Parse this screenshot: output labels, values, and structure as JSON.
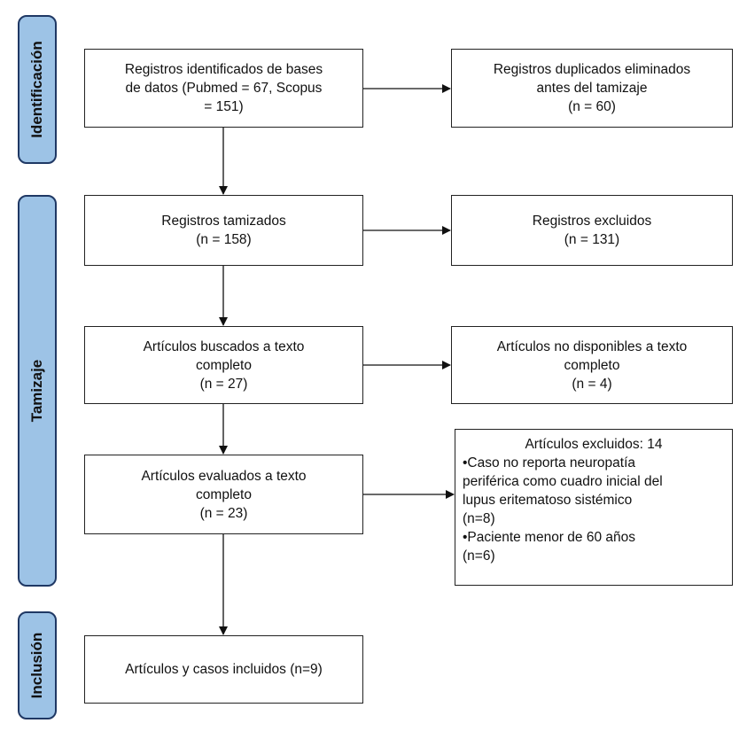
{
  "phases": {
    "identification": "Identificación",
    "screening": "Tamizaje",
    "inclusion": "Inclusión"
  },
  "boxes": {
    "identified": [
      "Registros identificados de bases",
      "de datos (Pubmed = 67, Scopus",
      "= 151)"
    ],
    "duplicates": [
      "Registros duplicados eliminados",
      "antes del tamizaje",
      "(n = 60)"
    ],
    "screened": [
      "Registros tamizados",
      "(n = 158)"
    ],
    "excluded": [
      "Registros excluidos",
      "(n = 131)"
    ],
    "sought": [
      "Artículos buscados a texto",
      "completo",
      "(n = 27)"
    ],
    "not_available": [
      "Artículos no disponibles a texto",
      "completo",
      "(n = 4)"
    ],
    "assessed": [
      "Artículos evaluados a texto",
      "completo",
      "(n = 23)"
    ],
    "articles_excluded": {
      "title": "Artículos excluidos: 14",
      "lines": [
        "•Caso no reporta neuropatía",
        "periférica como cuadro inicial del",
        "lupus eritematoso sistémico",
        "(n=8)",
        "•Paciente menor de 60 años",
        "(n=6)"
      ]
    },
    "included": [
      "Artículos y casos incluidos (n=9)"
    ]
  },
  "colors": {
    "phase_fill": "#9dc3e6",
    "phase_border": "#1f3864",
    "box_border": "#222222"
  }
}
